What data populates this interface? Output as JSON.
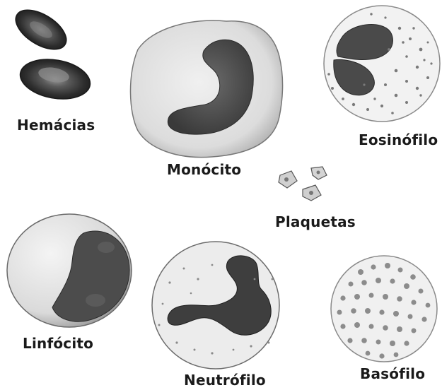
{
  "cells": {
    "hemacias": "Hemácias",
    "monocito": "Monócito",
    "eosinofilo": "Eosinófilo",
    "plaquetas": "Plaquetas",
    "linfocito": "Linfócito",
    "neutrofilo": "Neutrófilo",
    "basofilo": "Basófilo"
  }
}
